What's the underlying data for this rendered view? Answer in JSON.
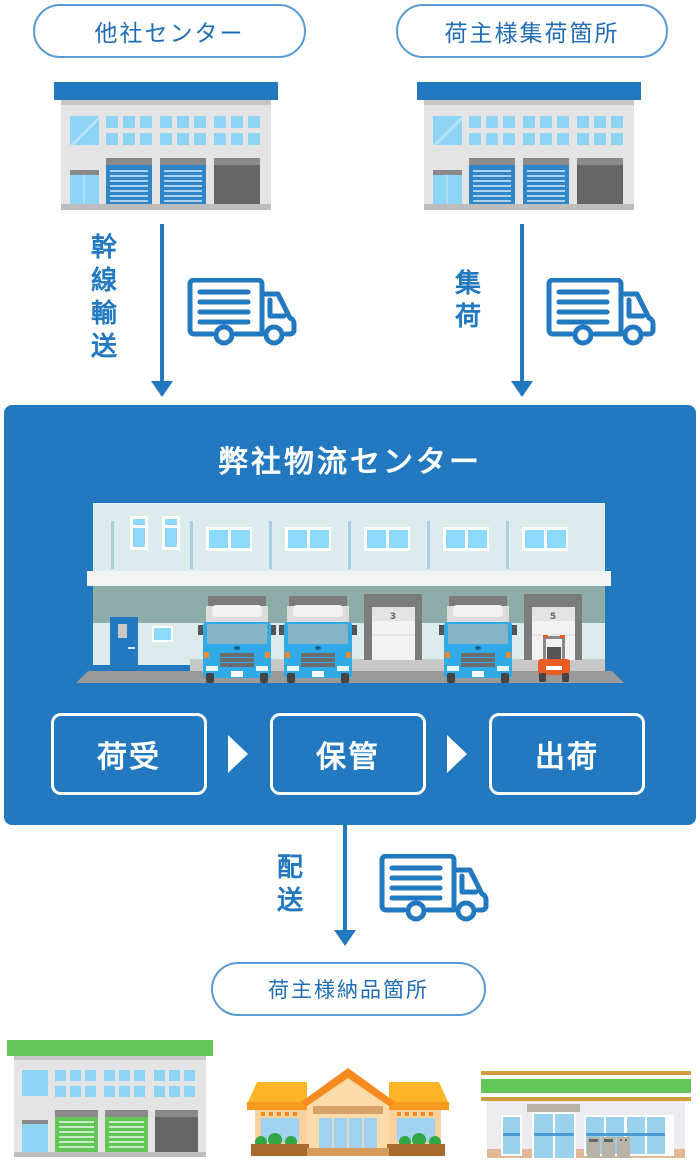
{
  "nodes": {
    "other_center": {
      "label": "他社センター"
    },
    "shipper_pickup": {
      "label": "荷主様集荷箇所"
    },
    "our_center": {
      "title": "弊社物流センター"
    },
    "shipper_delivery": {
      "label": "荷主様納品箇所"
    }
  },
  "edges": {
    "trunk_transport": {
      "label_chars": [
        "幹",
        "線",
        "輸",
        "送"
      ],
      "label": "幹線輸送",
      "icon": "truck-icon"
    },
    "pickup": {
      "label_chars": [
        "集",
        "荷"
      ],
      "label": "集荷",
      "icon": "truck-icon"
    },
    "delivery": {
      "label_chars": [
        "配",
        "送"
      ],
      "label": "配送",
      "icon": "truck-icon"
    }
  },
  "process_steps": [
    {
      "label": "荷受"
    },
    {
      "label": "保管"
    },
    {
      "label": "出荷"
    }
  ],
  "warehouse": {
    "dock_numbers": [
      "3",
      "5"
    ]
  },
  "colors": {
    "primary": "#2279c0",
    "pill_border": "#5b9bd3",
    "roof_blue": "#2279c0",
    "roof_green": "#5fc65a",
    "shop_orange": "#fbb428",
    "wall_gray": "#e4e4e4",
    "window_blue": "#8bd3f5"
  }
}
